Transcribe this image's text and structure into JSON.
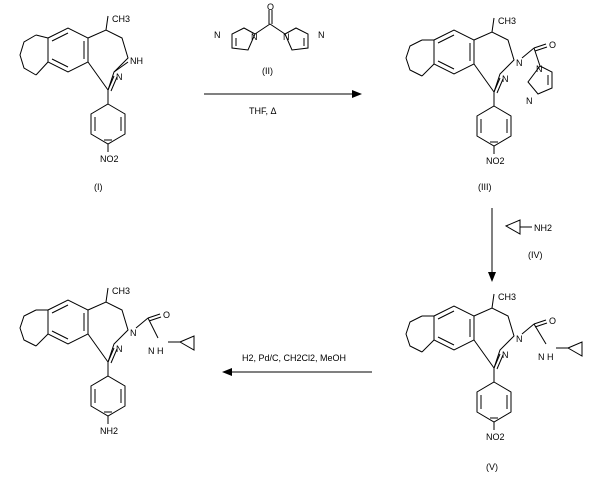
{
  "compounds": {
    "I": {
      "label": "(I)",
      "atoms": {
        "ch3": "CH3",
        "nh": "NH",
        "n": "N",
        "no2": "NO2"
      }
    },
    "II": {
      "label": "(II)",
      "atoms": {
        "o": "O",
        "n1": "N",
        "n2": "N",
        "n3": "N",
        "n4": "N"
      }
    },
    "III": {
      "label": "(III)",
      "atoms": {
        "ch3": "CH3",
        "o": "O",
        "n1": "N",
        "n2": "N",
        "n3": "N",
        "n4": "N",
        "no2": "NO2"
      }
    },
    "IV": {
      "label": "(IV)",
      "atoms": {
        "nh2": "NH2"
      }
    },
    "V": {
      "label": "(V)",
      "atoms": {
        "ch3": "CH3",
        "o": "O",
        "n1": "N",
        "n2": "N",
        "nh": "N H",
        "no2": "NO2"
      }
    },
    "product": {
      "atoms": {
        "ch3": "CH3",
        "o": "O",
        "n1": "N",
        "n2": "N",
        "nh": "N H",
        "nh2": "NH2"
      }
    }
  },
  "arrows": {
    "step1": {
      "conditions": "THF, Δ"
    },
    "step3": {
      "conditions": "H2, Pd/C, CH2Cl2, MeOH"
    }
  }
}
